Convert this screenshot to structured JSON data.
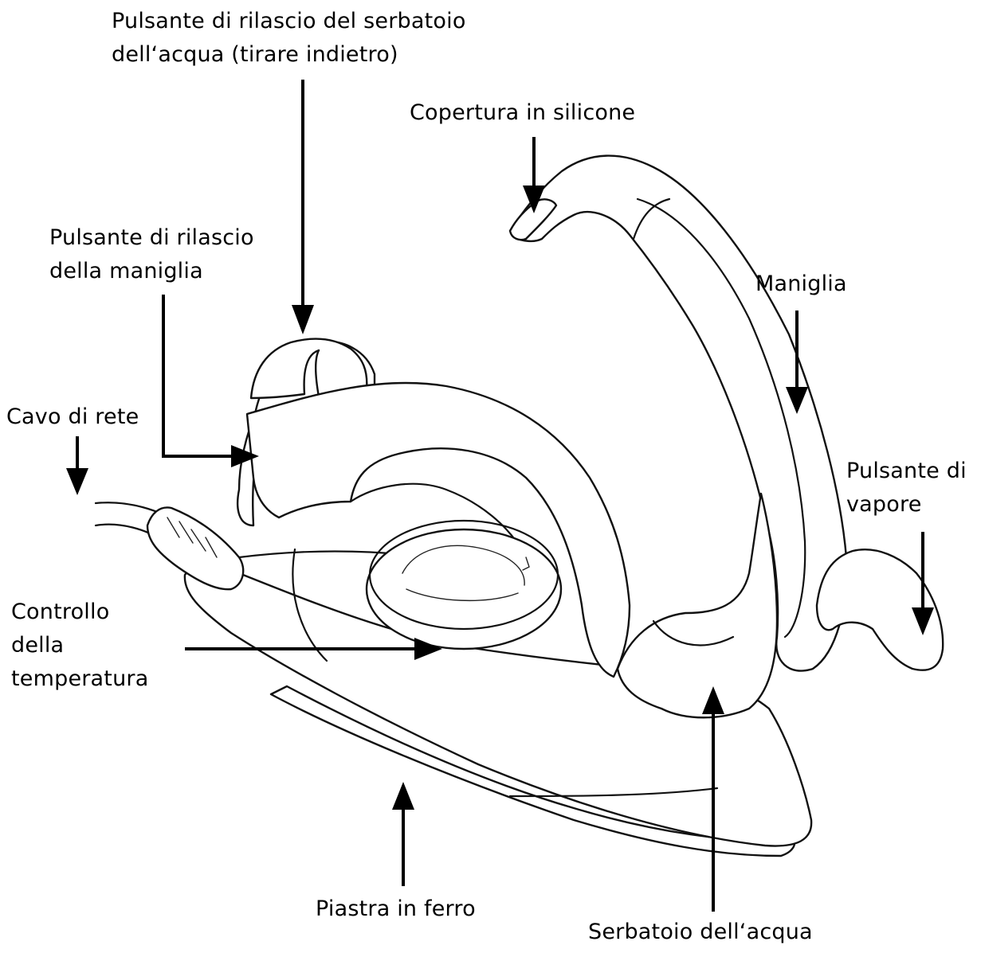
{
  "labels": {
    "tank_release": [
      "Pulsante di rilascio del serbatoio",
      "dell‘acqua (tirare indietro)"
    ],
    "silicone_cover": [
      "Copertura in silicone"
    ],
    "handle_release": [
      "Pulsante di rilascio",
      "della maniglia"
    ],
    "handle": [
      "Maniglia"
    ],
    "power_cord": [
      "Cavo di rete"
    ],
    "steam_button": [
      "Pulsante di",
      "vapore"
    ],
    "temperature_control": [
      "Controllo",
      "della",
      "temperatura"
    ],
    "soleplate": [
      "Piastra in ferro"
    ],
    "water_tank": [
      "Serbatoio dell‘acqua"
    ]
  }
}
